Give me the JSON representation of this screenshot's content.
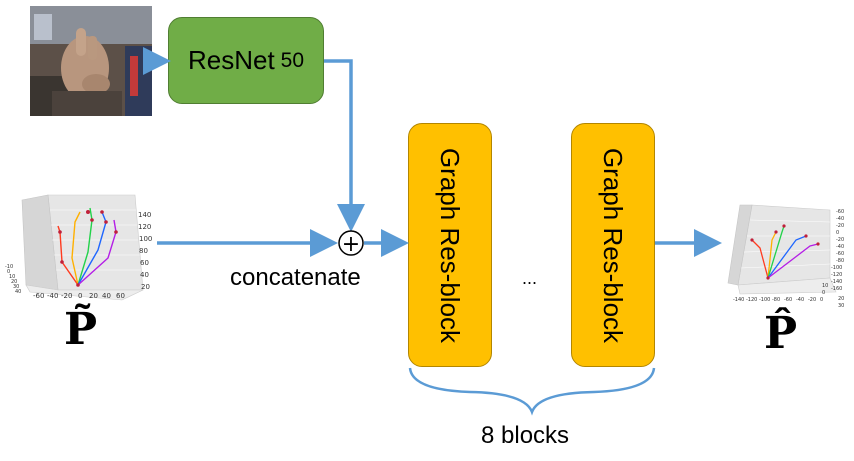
{
  "resnet": {
    "name": "ResNet",
    "depth": "50"
  },
  "graph_blocks": [
    {
      "label": "Graph Res-block"
    },
    {
      "label": "Graph Res-block"
    }
  ],
  "ellipsis": "...",
  "concat_label": "concatenate",
  "plus_symbol": "+",
  "blocks_label": "8 blocks",
  "input_symbol": "P̃",
  "output_symbol": "P̂",
  "input_plot": {
    "z_ticks": [
      "140",
      "120",
      "100",
      "80",
      "60",
      "40",
      "20"
    ],
    "x_ticks": [
      "-60",
      "-40",
      "-20",
      "0",
      "20",
      "40",
      "60"
    ],
    "side_ticks": [
      "-10",
      "0",
      "10",
      "20",
      "30",
      "40"
    ]
  },
  "output_plot": {
    "right_ticks": [
      "-60",
      "-40",
      "-20",
      "0",
      "-20",
      "-40",
      "-60",
      "-80",
      "-100",
      "-120",
      "-140",
      "-160"
    ],
    "x_ticks": [
      "-140",
      "-120",
      "-100",
      "-80",
      "-60",
      "-40",
      "-20",
      "0"
    ],
    "depth_ticks": [
      "0",
      "10",
      "20",
      "30"
    ]
  },
  "colors": {
    "arrow": "#5b9bd5",
    "resnet_fill": "#70ad47",
    "block_fill": "#ffc000",
    "brace": "#5b9bd5"
  }
}
